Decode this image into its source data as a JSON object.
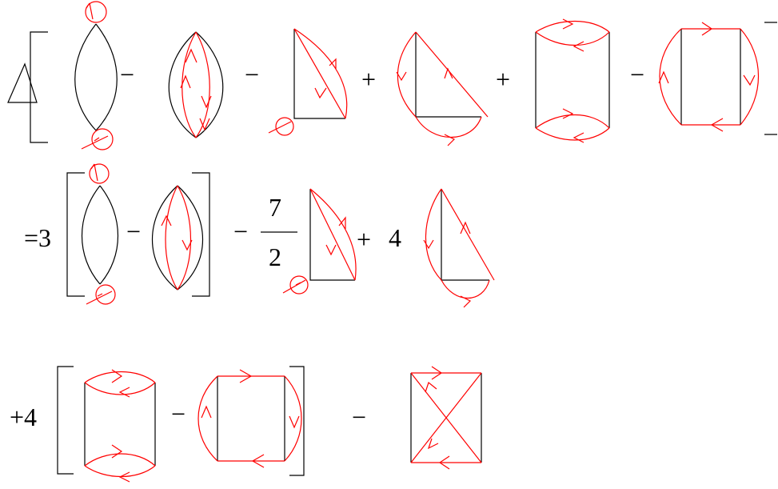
{
  "colors": {
    "line": "#000000",
    "loop": "#ff0000",
    "background": "#ffffff"
  },
  "row1": {
    "lead_symbol": "Δ",
    "operators": [
      "−",
      "−",
      "+",
      "+",
      "−"
    ]
  },
  "row2": {
    "lead": "=3",
    "operators": [
      "−",
      "−",
      "+"
    ],
    "fraction_numerator": "7",
    "fraction_denominator": "2",
    "coefficient": "4"
  },
  "row3": {
    "lead": "+4",
    "operators": [
      "−",
      "−"
    ]
  }
}
